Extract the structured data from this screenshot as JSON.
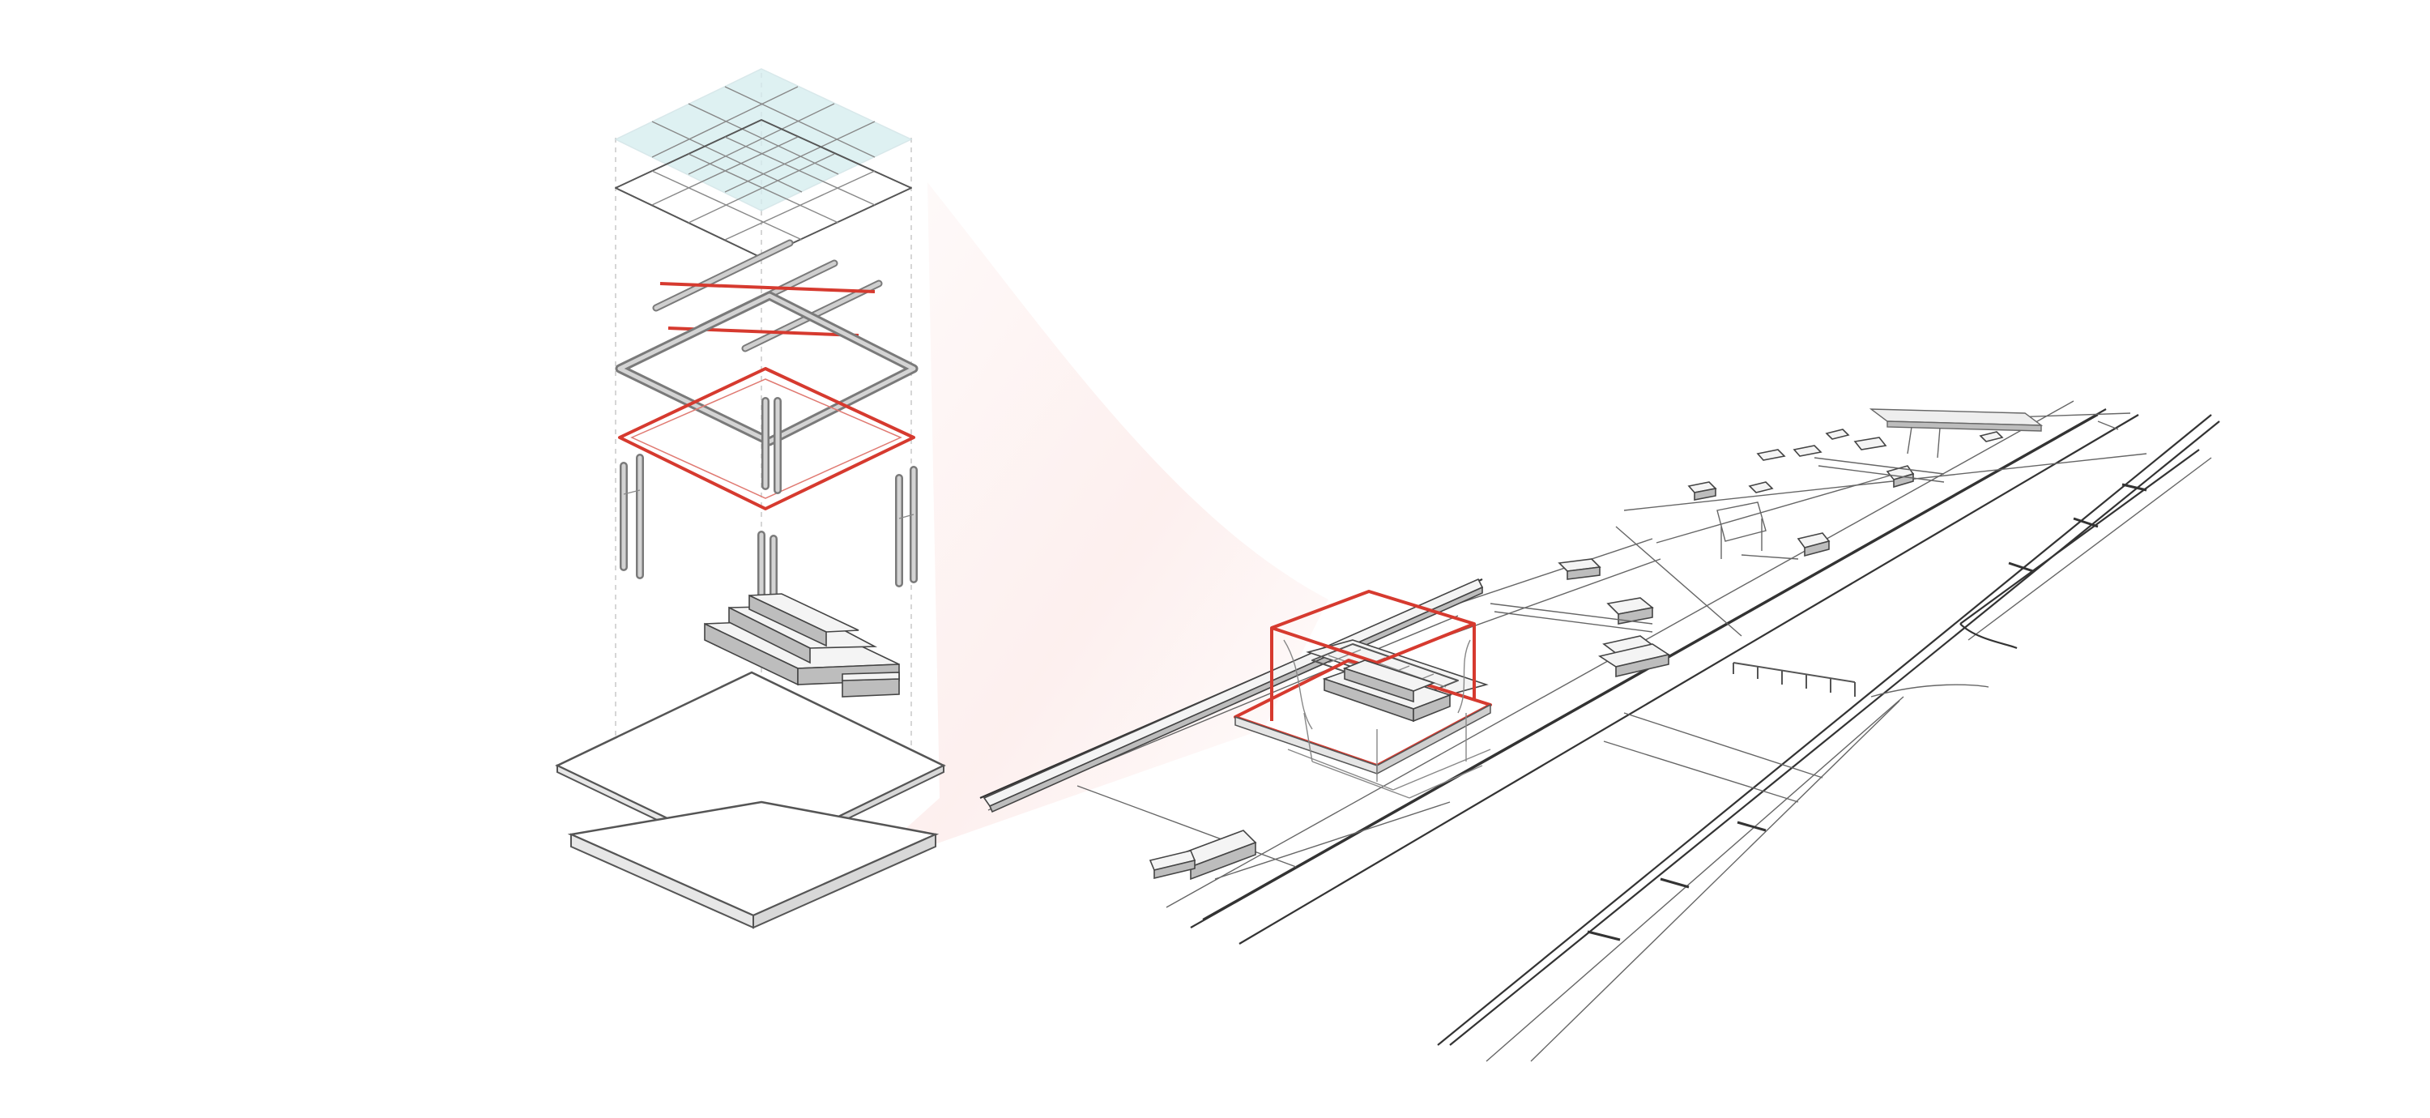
{
  "colors": {
    "highlight": "#d63a2f",
    "roof_tint": "#d6eef0",
    "line": "#555555",
    "fade": "#fbe3e1"
  },
  "components": [
    "roof-panel",
    "roof-grid",
    "secondary-beams",
    "primary-frame",
    "edge-beam-highlight",
    "columns",
    "stepped-seating",
    "floor-slab",
    "base-platform"
  ]
}
